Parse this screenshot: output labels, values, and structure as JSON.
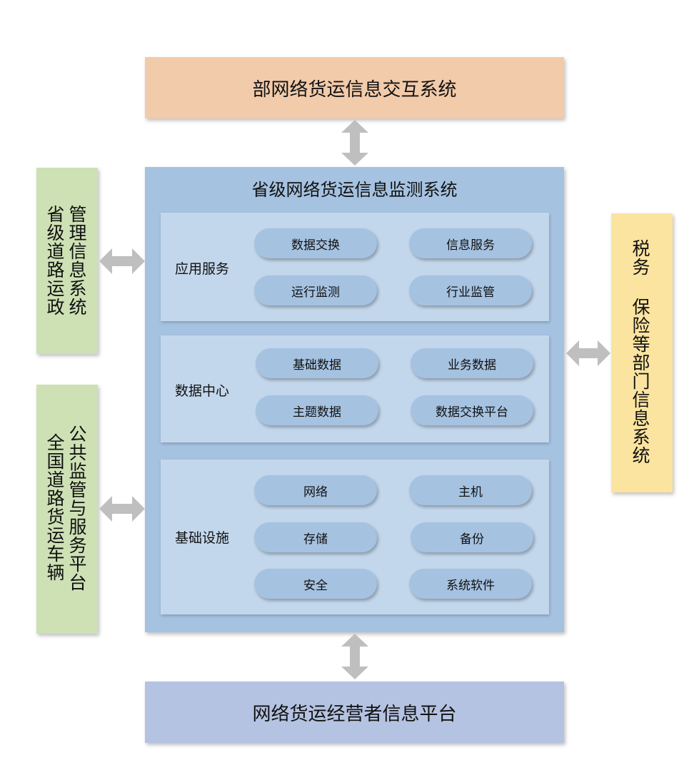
{
  "top_box": {
    "label": "部网络货运信息交互系统"
  },
  "bottom_box": {
    "label": "网络货运经营者信息平台"
  },
  "center": {
    "title": "省级网络货运信息监测系统",
    "layers": [
      {
        "label": "应用服务",
        "items": [
          "数据交换",
          "信息服务",
          "运行监测",
          "行业监管"
        ]
      },
      {
        "label": "数据中心",
        "items": [
          "基础数据",
          "业务数据",
          "主题数据",
          "数据交换平台"
        ]
      },
      {
        "label": "基础设施",
        "items": [
          "网络",
          "主机",
          "存储",
          "备份",
          "安全",
          "系统软件"
        ]
      }
    ]
  },
  "left_top": {
    "col1": "管理信息系统",
    "col2": "省级道路运政"
  },
  "left_bottom": {
    "col1": "公共监管与服务平台",
    "col2": "全国道路货运车辆"
  },
  "right_box": {
    "col1": "税务",
    "col2": "保险等部门信息系统"
  },
  "colors": {
    "top": "#f2cbab",
    "center": "#a5c2e1",
    "layer": "#c3d7ec",
    "bottom": "#b5c3e2",
    "green": "#cde1b5",
    "yellow": "#fbe4a0",
    "arrow": "#bfbfbf"
  }
}
